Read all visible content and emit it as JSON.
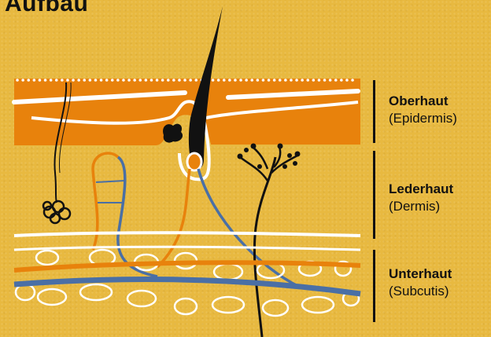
{
  "title": "Aufbau",
  "layers": [
    {
      "name": "Oberhaut",
      "latin": "(Epidermis)"
    },
    {
      "name": "Lederhaut",
      "latin": "(Dermis)"
    },
    {
      "name": "Unterhaut",
      "latin": "(Subcutis)"
    }
  ],
  "colors": {
    "background": "#E8B940",
    "epidermis": "#E8820C",
    "vein": "#4A6FA5",
    "line": "#FFFFFF",
    "ink": "#111111"
  }
}
